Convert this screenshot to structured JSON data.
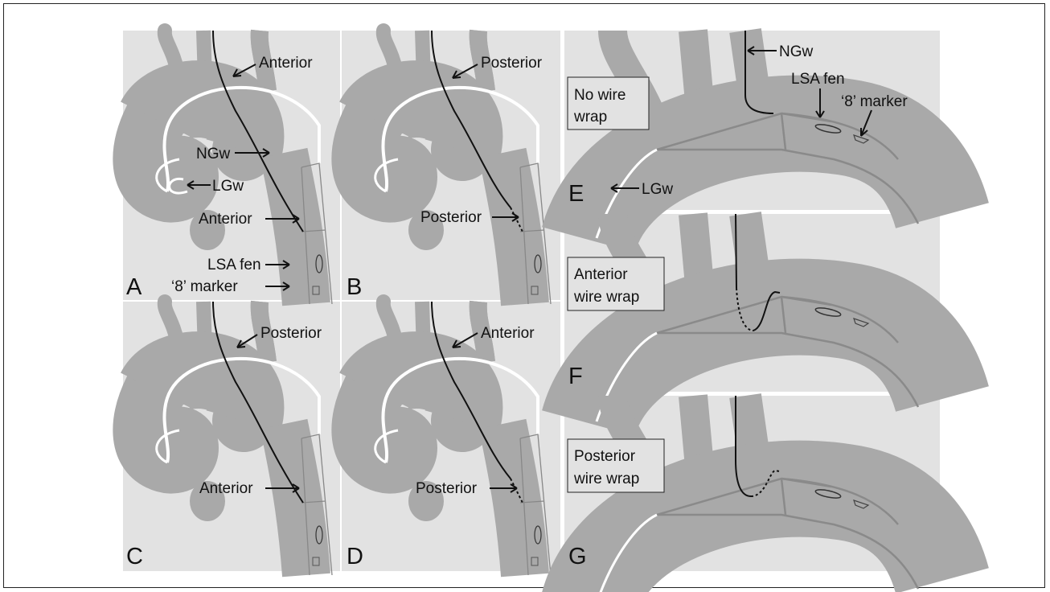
{
  "figure": {
    "background_color": "#e2e2e2",
    "vessel_color": "#a9a9a9",
    "graft_edge_color": "#ffffff",
    "wire_color": "#111111",
    "panels": [
      {
        "letter": "A",
        "top_label": "Anterior",
        "mid_label": "Anterior",
        "ngw_label": "NGw",
        "lgw_label": "LGw",
        "fen_label": "LSA fen",
        "marker_label": "‘8’ marker"
      },
      {
        "letter": "B",
        "top_label": "Posterior",
        "mid_label": "Posterior"
      },
      {
        "letter": "C",
        "top_label": "Posterior",
        "mid_label": "Anterior"
      },
      {
        "letter": "D",
        "top_label": "Anterior",
        "mid_label": "Posterior"
      },
      {
        "letter": "E",
        "box_line1": "No wire",
        "box_line2": "wrap",
        "ngw_label": "NGw",
        "lgw_label": "LGw",
        "fen_label": "LSA fen",
        "marker_label": "‘8’ marker"
      },
      {
        "letter": "F",
        "box_line1": "Anterior",
        "box_line2": "wire wrap"
      },
      {
        "letter": "G",
        "box_line1": "Posterior",
        "box_line2": "wire wrap"
      }
    ]
  }
}
